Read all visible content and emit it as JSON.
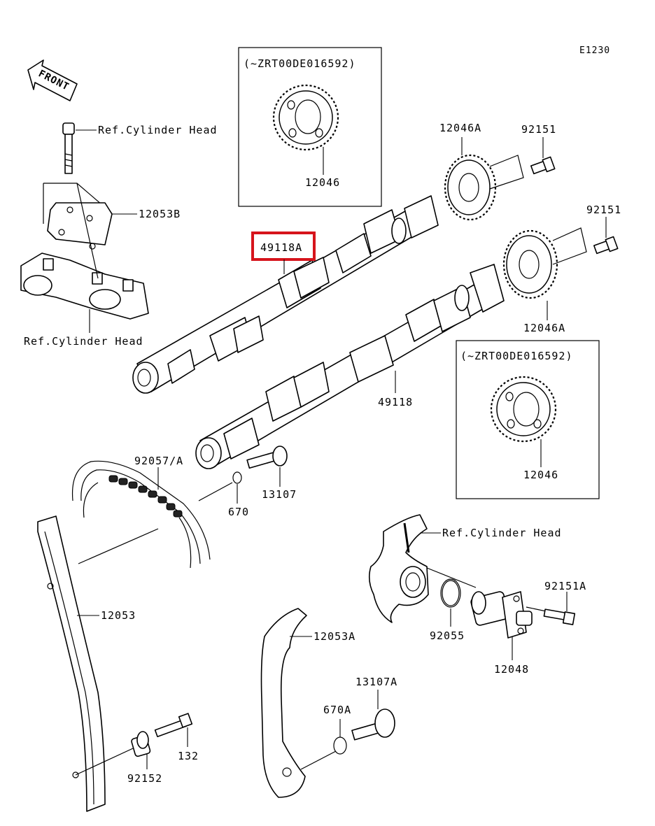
{
  "diagram": {
    "code": "E1230",
    "front_label": "FRONT",
    "inset_serial": "(~ZRT00DE016592)",
    "highlight_color": "#d6141c",
    "ref_head": "Ref.Cylinder Head",
    "labels": {
      "p12046_top": "12046",
      "p12046a_top": "12046A",
      "p92151_top": "92151",
      "p92151_mid": "92151",
      "p12053b": "12053B",
      "p49118a": "49118A",
      "p12046a_mid": "12046A",
      "p49118": "49118",
      "p12046_bottom": "12046",
      "p92057a": "92057/A",
      "p670": "670",
      "p13107": "13107",
      "p12053": "12053",
      "p92151a": "92151A",
      "p92055": "92055",
      "p12048": "12048",
      "p12053a": "12053A",
      "p13107a": "13107A",
      "p670a": "670A",
      "p132": "132",
      "p92152": "92152"
    }
  }
}
